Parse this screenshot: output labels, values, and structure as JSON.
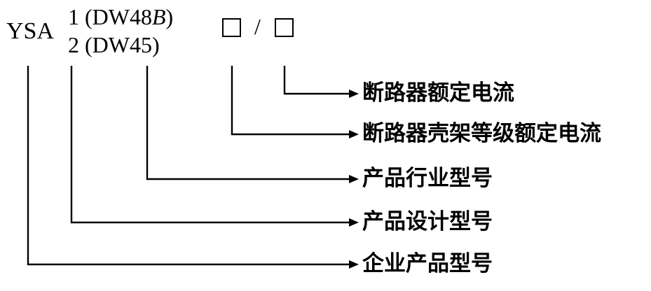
{
  "code": {
    "prefix": "YSA",
    "option_1_number": "1",
    "option_1_text": "(DW48",
    "option_1_italic": "B",
    "option_1_close": ")",
    "option_2_number": "2",
    "option_2_text": "(DW45)",
    "separator": "/"
  },
  "labels": [
    "断路器额定电流",
    "断路器壳架等级额定电流",
    "产品行业型号",
    "产品设计型号",
    "企业产品型号"
  ]
}
